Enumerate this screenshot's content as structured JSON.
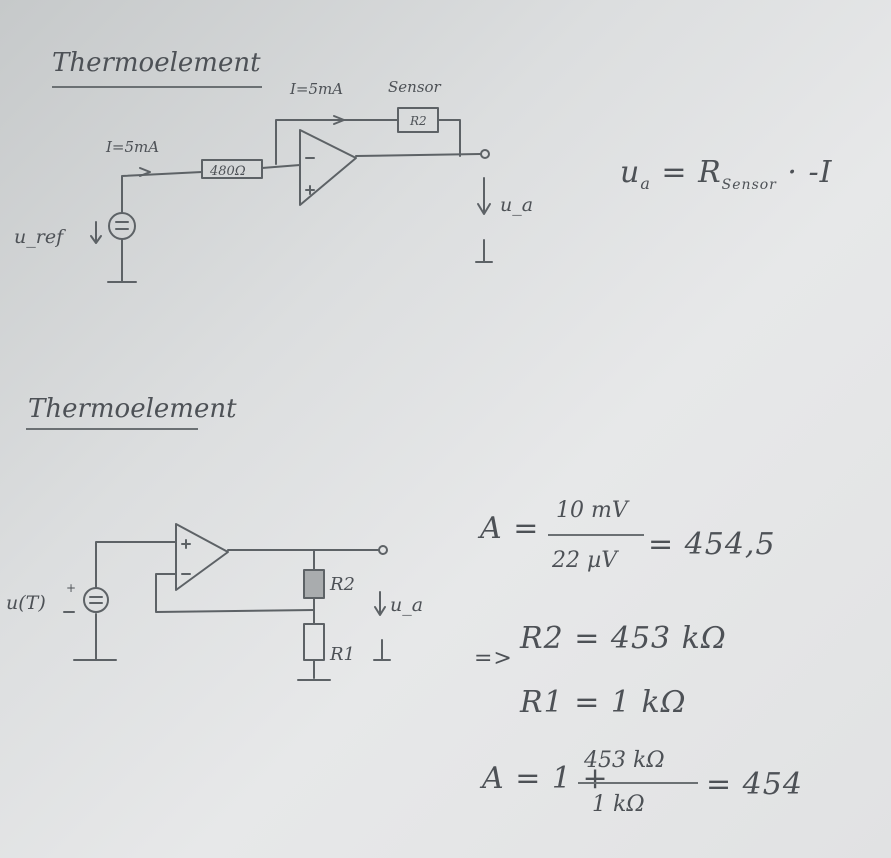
{
  "section1": {
    "title": "Thermoelement",
    "current_input": "I=5mA",
    "current_feedback": "I=5mA",
    "sensor_label": "Sensor",
    "sensor_resistor": "R2",
    "input_resistor": "480Ω",
    "source_label": "u_ref",
    "output_label": "u_a",
    "formula_lhs": "u",
    "formula_lhs_sub": "a",
    "formula_mid": " = R",
    "formula_sub": "Sensor",
    "formula_rhs": " · -I"
  },
  "section2": {
    "title": "Thermoelement",
    "source_label": "u(T)",
    "resistor_top": "R2",
    "resistor_bottom": "R1",
    "output_label": "u_a",
    "eq_gain_lhs": "A =",
    "eq_gain_num": "10 mV",
    "eq_gain_den": "22 µV",
    "eq_gain_result": "= 454,5",
    "implies": "=>",
    "eq_r2": "R2 = 453 kΩ",
    "eq_r1": "R1 = 1 kΩ",
    "eq_a2_lhs": "A = 1 +",
    "eq_a2_num": "453 kΩ",
    "eq_a2_den": "1 kΩ",
    "eq_a2_result": "= 454"
  }
}
